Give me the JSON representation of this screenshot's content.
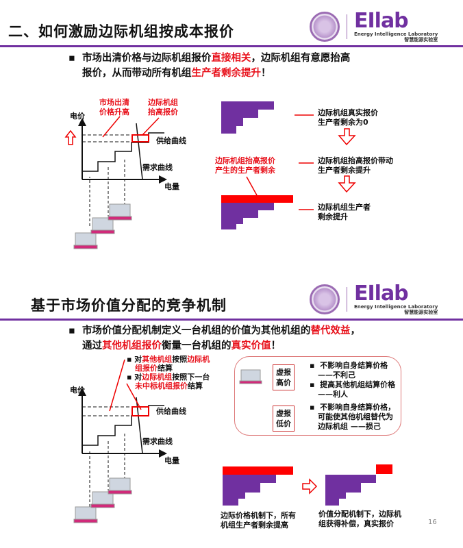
{
  "slide1": {
    "title": "二、如何激励边际机组按成本报价",
    "bullet": {
      "line1": [
        {
          "t": "市场出清价格与边际机组报价",
          "red": false
        },
        {
          "t": "直接相关",
          "red": true
        },
        {
          "t": "，边际机组有意愿抬高",
          "red": false
        }
      ],
      "line2": [
        {
          "t": "报价，从而带动所有机组",
          "red": false
        },
        {
          "t": "生产者剩余提升",
          "red": true
        },
        {
          "t": "！",
          "red": false
        }
      ]
    },
    "chart": {
      "y_label": "电价",
      "x_label": "电量",
      "supply": "供给曲线",
      "demand": "需求曲线",
      "note1_l1": "市场出清",
      "note1_l2": "价格升高",
      "note2_l1": "边际机组",
      "note2_l2": "抬高报价"
    },
    "diagram": {
      "surplus_label_l1": "边际机组抬高报价",
      "surplus_label_l2": "产生的生产者剩余",
      "step1_l1": "边际机组真实报价",
      "step1_l2": "生产者剩余为0",
      "step2_l1": "边际机组抬高报价带动",
      "step2_l2": "生产者剩余提升",
      "step3_l1": "边际机组生产者",
      "step3_l2": "剩余提升"
    }
  },
  "slide2": {
    "title": "基于市场价值分配的竞争机制",
    "bullet": {
      "line1": [
        {
          "t": "市场价值分配机制定义一台机组的价值为其他机组的",
          "red": false
        },
        {
          "t": "替代效益",
          "red": true
        },
        {
          "t": "，",
          "red": false
        }
      ],
      "line2": [
        {
          "t": "通过",
          "red": false
        },
        {
          "t": "其他机组报价",
          "red": true
        },
        {
          "t": "衡量一台机组的",
          "red": false
        },
        {
          "t": "真实价值",
          "red": true
        },
        {
          "t": "！",
          "red": false
        }
      ]
    },
    "notes": {
      "n1": [
        {
          "t": "对",
          "red": false
        },
        {
          "t": "其他机组",
          "red": true
        },
        {
          "t": "按照",
          "red": false
        },
        {
          "t": "边际机",
          "red": true
        }
      ],
      "n1b": [
        {
          "t": "组报价",
          "red": true
        },
        {
          "t": "结算",
          "red": false
        }
      ],
      "n2": [
        {
          "t": "对",
          "red": false
        },
        {
          "t": "边际机组",
          "red": true
        },
        {
          "t": "按照下一台",
          "red": false
        }
      ],
      "n2b": [
        {
          "t": "未中标机组报价",
          "red": true
        },
        {
          "t": "结算",
          "red": false
        }
      ]
    },
    "chart": {
      "y_label": "电价",
      "x_label": "电量",
      "supply": "供给曲线",
      "demand": "需求曲线"
    },
    "box": {
      "high_tag_l1": "虚报",
      "high_tag_l2": "高价",
      "high_b1": "不影响自身结算价格",
      "high_b1s": "——不利己",
      "high_b2": "提高其他机组结算价格",
      "high_b2s": "——利人",
      "low_tag_l1": "虚报",
      "low_tag_l2": "低价",
      "low_b1": "不影响自身结算价格，",
      "low_b2": "可能使其他机组替代为",
      "low_b3": "边际机组 ——损己"
    },
    "caption_left_l1": "边际价格机制下，所有",
    "caption_left_l2": "机组生产者剩余提高",
    "caption_right_l1": "价值分配机制下，边际机",
    "caption_right_l2": "组获得补偿，真实报价"
  },
  "logo": {
    "brand": "EIlab",
    "sub_en": "Energy Intelligence Laboratory",
    "sub_cn": "智慧能源实验室"
  },
  "page_number": "16",
  "colors": {
    "purple": "#7030a0",
    "red": "#ff0000"
  }
}
